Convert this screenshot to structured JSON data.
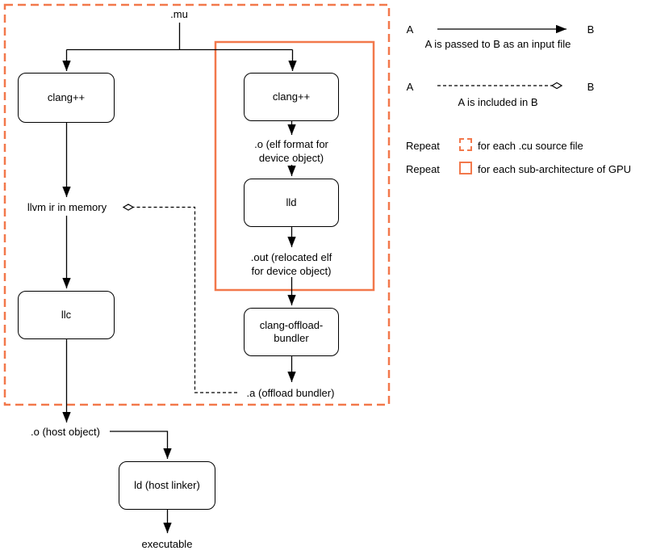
{
  "colors": {
    "accent_orange": "#F2784B",
    "line_black": "#000000",
    "background": "#FFFFFF"
  },
  "diagram": {
    "source_label": ".mu",
    "nodes": {
      "clang_host": "clang++",
      "clang_device": "clang++",
      "lld": "lld",
      "offload_bundler": "clang-offload-\nbundler",
      "llc": "llc",
      "host_linker": "ld (host linker)"
    },
    "labels": {
      "device_object": ".o (elf format for\ndevice object)",
      "relocated_elf": ".out (relocated elf\nfor device object)",
      "offload_bundle": ".a (offload bundler)",
      "llvm_ir": "llvm ir in memory",
      "host_object": ".o (host object)",
      "executable": "executable"
    }
  },
  "legend": {
    "passed": {
      "from": "A",
      "to": "B",
      "caption": "A is passed to B as an input file"
    },
    "included": {
      "from": "A",
      "to": "B",
      "caption": "A is included in B"
    },
    "repeat_cu": {
      "label": "Repeat",
      "caption": "for each .cu source file"
    },
    "repeat_gpu": {
      "label": "Repeat",
      "caption": "for each sub-architecture of GPU"
    }
  }
}
